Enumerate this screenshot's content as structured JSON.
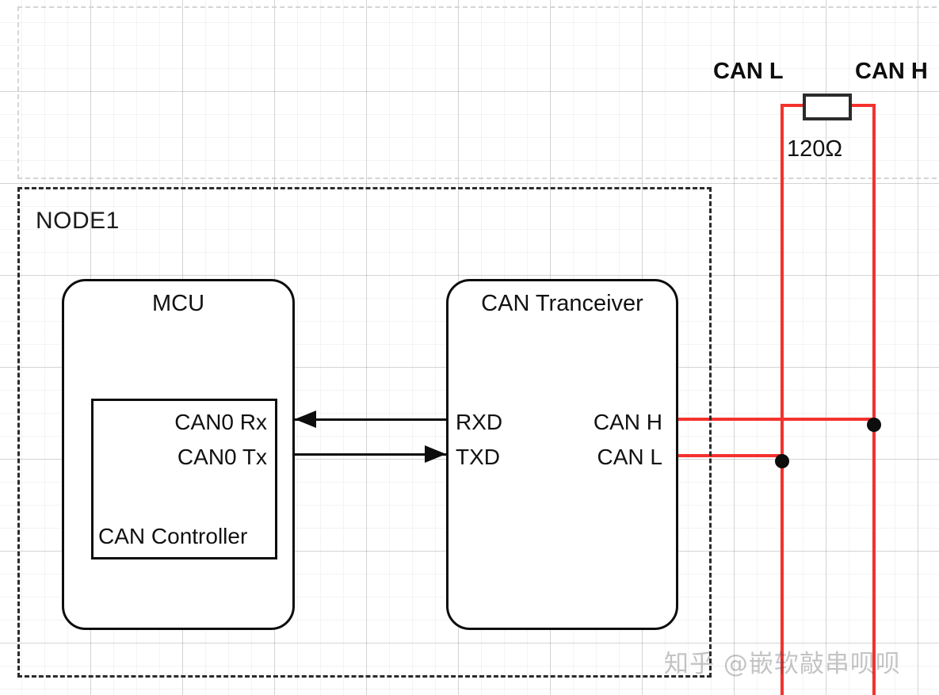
{
  "diagram": {
    "node": {
      "label": "NODE1"
    },
    "mcu": {
      "title": "MCU",
      "controller": {
        "name": "CAN Controller",
        "pins": [
          "CAN0 Rx",
          "CAN0 Tx"
        ]
      }
    },
    "transceiver": {
      "title": "CAN Tranceiver",
      "left_pins": [
        "RXD",
        "TXD"
      ],
      "right_pins": [
        "CAN H",
        "CAN L"
      ]
    },
    "bus": {
      "labels": {
        "can_l": "CAN L",
        "can_h": "CAN H"
      },
      "terminator": {
        "value": "120Ω"
      },
      "wire_color": "#f4322e",
      "junction_color": "#0d0d0d"
    },
    "signals": {
      "rx_arrow_direction": "left",
      "tx_arrow_direction": "right"
    },
    "watermark": "知乎 @嵌软敲串呗呗"
  }
}
